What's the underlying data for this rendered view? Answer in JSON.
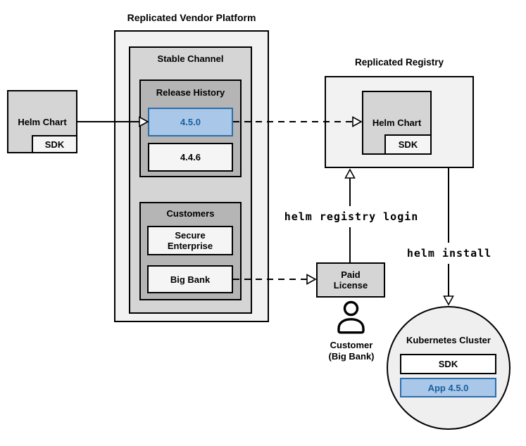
{
  "diagram": {
    "platform": {
      "title": "Replicated Vendor Platform"
    },
    "stable_channel": {
      "title": "Stable Channel"
    },
    "release_history": {
      "title": "Release History",
      "releases": [
        {
          "version": "4.5.0",
          "highlighted": true
        },
        {
          "version": "4.4.6",
          "highlighted": false
        }
      ]
    },
    "customers": {
      "title": "Customers",
      "items": [
        "Secure Enterprise",
        "Big Bank"
      ]
    },
    "vendor_helm_chart": {
      "label": "Helm Chart",
      "sdk": "SDK"
    },
    "registry": {
      "title": "Replicated Registry",
      "helm_chart": "Helm Chart",
      "sdk": "SDK"
    },
    "paid_license": {
      "label": "Paid License"
    },
    "customer_actor": {
      "label": "Customer\n(Big Bank)"
    },
    "kubernetes_cluster": {
      "title": "Kubernetes Cluster",
      "sdk": "SDK",
      "app": "App 4.5.0"
    },
    "commands": {
      "registry_login": "helm registry login",
      "install": "helm install"
    },
    "colors": {
      "highlight_fill": "#A9C7E8",
      "highlight_border": "#2D6DA8",
      "highlight_text": "#1A5E9E",
      "container_light": "#F2F2F2",
      "container_medium": "#D5D5D5",
      "container_dark": "#B5B5B5",
      "item_light": "#F5F5F5"
    }
  }
}
